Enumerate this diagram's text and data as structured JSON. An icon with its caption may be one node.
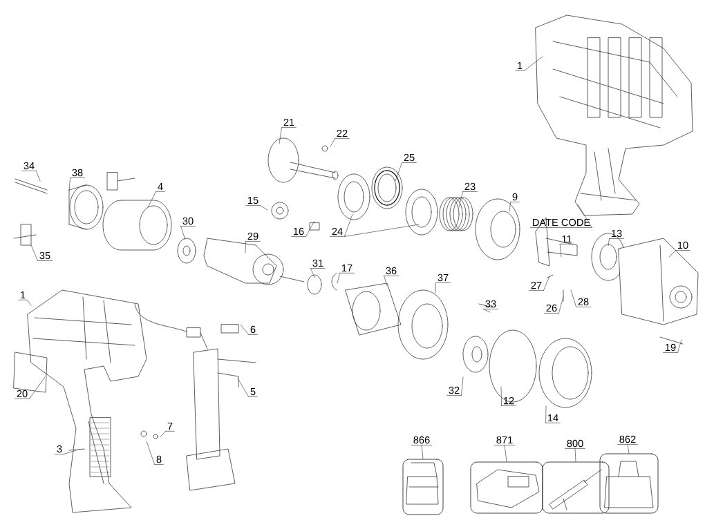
{
  "diagram": {
    "nodes": [
      {
        "text": [
          "1"
        ]
      },
      {
        "text": [
          "21"
        ]
      },
      {
        "text": [
          "22"
        ]
      },
      {
        "text": [
          "34"
        ]
      },
      {
        "text": [
          "38"
        ]
      },
      {
        "text": [
          "25"
        ]
      },
      {
        "text": [
          "4"
        ]
      },
      {
        "text": [
          "23"
        ]
      },
      {
        "text": [
          "9"
        ]
      },
      {
        "text": [
          "15"
        ]
      },
      {
        "text": [
          "DATE CODE"
        ]
      },
      {
        "text": [
          "30"
        ]
      },
      {
        "text": [
          "16"
        ]
      },
      {
        "text": [
          "24"
        ]
      },
      {
        "text": [
          "29"
        ]
      },
      {
        "text": [
          "11"
        ]
      },
      {
        "text": [
          "13"
        ]
      },
      {
        "text": [
          "10"
        ]
      },
      {
        "text": [
          "35"
        ]
      },
      {
        "text": [
          "31"
        ]
      },
      {
        "text": [
          "17"
        ]
      },
      {
        "text": [
          "36"
        ]
      },
      {
        "text": [
          "37"
        ]
      },
      {
        "text": [
          "27"
        ]
      },
      {
        "text": [
          "1"
        ]
      },
      {
        "text": [
          "28"
        ]
      },
      {
        "text": [
          "33"
        ]
      },
      {
        "text": [
          "26"
        ]
      },
      {
        "text": [
          "6"
        ]
      },
      {
        "text": [
          "19"
        ]
      },
      {
        "text": [
          "32"
        ]
      },
      {
        "text": [
          "5"
        ]
      },
      {
        "text": [
          "20"
        ]
      },
      {
        "text": [
          "12"
        ]
      },
      {
        "text": [
          "14"
        ]
      },
      {
        "text": [
          "7"
        ]
      },
      {
        "text": [
          "866"
        ]
      },
      {
        "text": [
          "871"
        ]
      },
      {
        "text": [
          "800"
        ]
      },
      {
        "text": [
          "862"
        ]
      },
      {
        "text": [
          "3"
        ]
      },
      {
        "text": [
          "8"
        ]
      },
      {
        "text": [],
        "shape": "box"
      },
      {
        "text": [],
        "shape": "box"
      },
      {
        "text": [],
        "shape": "box"
      },
      {
        "text": [],
        "shape": "box"
      }
    ],
    "edges": [
      {
        "from": 0,
        "to": null,
        "arrow": "none"
      },
      {
        "from": 1,
        "to": null,
        "arrow": "none"
      },
      {
        "from": 2,
        "to": null,
        "arrow": "none"
      },
      {
        "from": 3,
        "to": null,
        "arrow": "none"
      },
      {
        "from": 4,
        "to": null,
        "arrow": "none"
      },
      {
        "from": 5,
        "to": null,
        "arrow": "none"
      },
      {
        "from": 6,
        "to": null,
        "arrow": "none"
      },
      {
        "from": 7,
        "to": null,
        "arrow": "none"
      },
      {
        "from": 8,
        "to": null,
        "arrow": "none"
      },
      {
        "from": 9,
        "to": null,
        "arrow": "none"
      },
      {
        "from": 10,
        "to": null,
        "arrow": "none"
      },
      {
        "from": 11,
        "to": null,
        "arrow": "none"
      },
      {
        "from": 12,
        "to": null,
        "arrow": "none"
      },
      {
        "from": 13,
        "to": null,
        "arrow": "none"
      },
      {
        "from": 13,
        "to": null,
        "arrow": "none"
      },
      {
        "from": 14,
        "to": null,
        "arrow": "none"
      },
      {
        "from": 15,
        "to": null,
        "arrow": "none"
      },
      {
        "from": 16,
        "to": null,
        "arrow": "none"
      },
      {
        "from": 17,
        "to": null,
        "arrow": "none"
      },
      {
        "from": 18,
        "to": null,
        "arrow": "none"
      },
      {
        "from": 19,
        "to": null,
        "arrow": "none"
      },
      {
        "from": 20,
        "to": null,
        "arrow": "none"
      },
      {
        "from": 21,
        "to": null,
        "arrow": "none"
      },
      {
        "from": 22,
        "to": null,
        "arrow": "none"
      },
      {
        "from": 23,
        "to": null,
        "arrow": "none"
      },
      {
        "from": 24,
        "to": null,
        "arrow": "none"
      },
      {
        "from": 25,
        "to": null,
        "arrow": "none"
      },
      {
        "from": 26,
        "to": null,
        "arrow": "none"
      },
      {
        "from": 27,
        "to": null,
        "arrow": "none"
      },
      {
        "from": 28,
        "to": null,
        "arrow": "none"
      },
      {
        "from": 29,
        "to": null,
        "arrow": "none"
      },
      {
        "from": 30,
        "to": null,
        "arrow": "none"
      },
      {
        "from": 31,
        "to": null,
        "arrow": "none"
      },
      {
        "from": 32,
        "to": null,
        "arrow": "none"
      },
      {
        "from": 33,
        "to": null,
        "arrow": "none"
      },
      {
        "from": 34,
        "to": null,
        "arrow": "none"
      },
      {
        "from": 35,
        "to": null,
        "arrow": "none"
      },
      {
        "from": 36,
        "to": 42,
        "arrow": "none"
      },
      {
        "from": 37,
        "to": 43,
        "arrow": "none"
      },
      {
        "from": 38,
        "to": 44,
        "arrow": "none"
      },
      {
        "from": 39,
        "to": 45,
        "arrow": "none"
      },
      {
        "from": 40,
        "to": null,
        "arrow": "none"
      },
      {
        "from": 41,
        "to": null,
        "arrow": "none"
      }
    ]
  }
}
